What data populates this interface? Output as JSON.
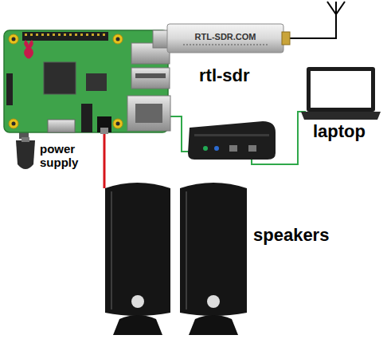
{
  "diagram": {
    "nodes": [
      {
        "text": [
          "RTL-SDR.COM",
          "rtl-sdr"
        ]
      },
      {
        "text": [
          "laptop"
        ]
      },
      {
        "text": [
          "power supply"
        ]
      },
      {
        "text": [
          "speakers"
        ]
      }
    ]
  }
}
